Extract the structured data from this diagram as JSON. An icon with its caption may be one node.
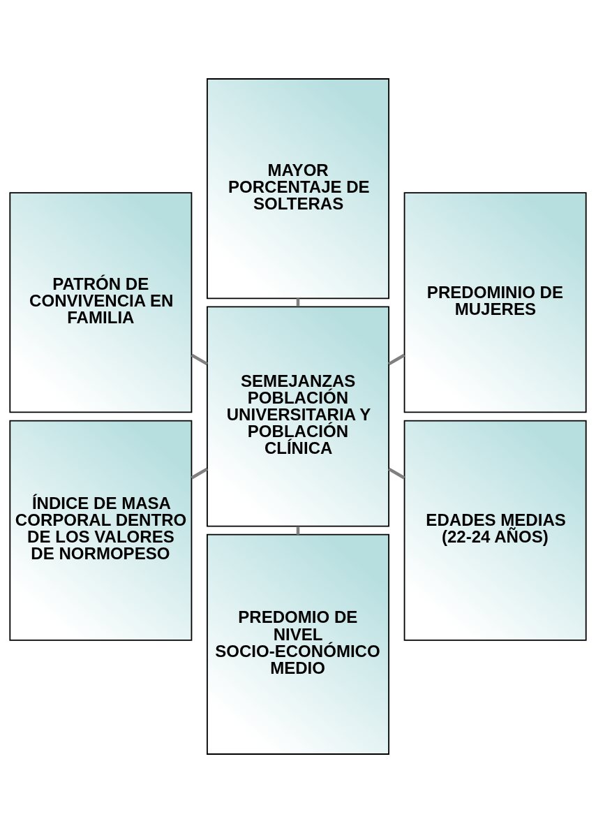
{
  "diagram": {
    "nodes": [
      {
        "text": [
          "PREDOMINIO DE MUJERES"
        ]
      },
      {
        "text": [
          "MAYOR PORCENTAJE DE SOLTERAS"
        ]
      },
      {
        "text": [
          "PATRÓN DE CONVIVENCIA EN FAMILIA"
        ]
      },
      {
        "text": [
          "SEMEJANZAS POBLACIÓN UNIVERSITARIA Y POBLACIÓN CLÍNICA"
        ]
      },
      {
        "text": [
          "ÍNDICE DE MASA CORPORAL DENTRO DE LOS VALORES DE NORMOPESO"
        ]
      },
      {
        "text": [
          "PREDOMIO DE NIVEL SOCIO-ECONÓMICO MEDIO"
        ]
      },
      {
        "text": [
          "EDADES MEDIAS (22-24 AÑOS)"
        ]
      }
    ],
    "edges": [
      {
        "from": 3,
        "to": 0,
        "arrow": "none"
      },
      {
        "from": 3,
        "to": 2,
        "arrow": "none"
      },
      {
        "from": 3,
        "to": 5,
        "arrow": "none"
      },
      {
        "from": 3,
        "to": 6,
        "arrow": "none"
      },
      {
        "from": 3,
        "to": 4,
        "arrow": "none"
      },
      {
        "from": 3,
        "to": 1,
        "arrow": "none"
      }
    ]
  }
}
